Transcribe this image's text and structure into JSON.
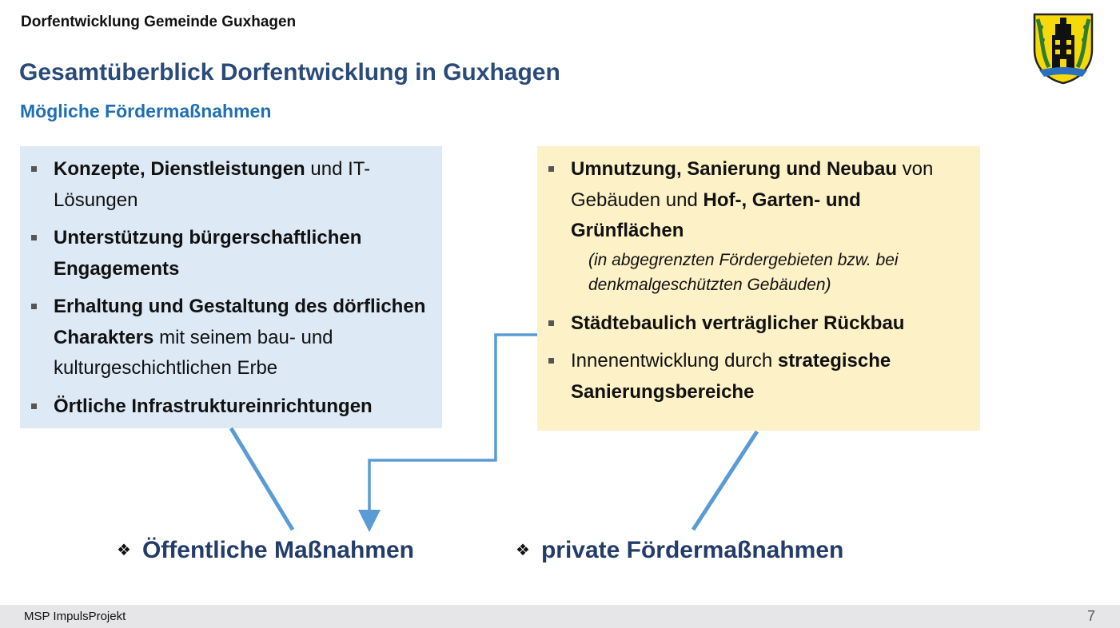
{
  "header": {
    "organization": "Dorfentwicklung Gemeinde Guxhagen",
    "title": "Gesamtüberblick Dorfentwicklung in Guxhagen",
    "subtitle": "Mögliche Fördermaßnahmen"
  },
  "left_box": {
    "items": [
      {
        "bold": "Konzepte, Dienstleistungen",
        "rest": " und IT-Lösungen"
      },
      {
        "bold": "Unterstützung bürgerschaftlichen Engagements",
        "rest": ""
      },
      {
        "bold": "Erhaltung und Gestaltung des dörflichen Charakters",
        "rest": " mit seinem bau- und kulturgeschichtlichen Erbe"
      },
      {
        "bold": "Örtliche Infrastruktureinrichtungen",
        "rest": ""
      }
    ]
  },
  "right_box": {
    "item1": {
      "bold_a": "Umnutzung, Sanierung und Neubau",
      "text_a": " von Gebäuden und ",
      "bold_b": "Hof-, Garten- und Grünflächen"
    },
    "note": "(in abgegrenzten Fördergebieten bzw. bei denkmalgeschützten Gebäuden)",
    "item2": {
      "bold": "Städtebaulich verträglicher Rückbau"
    },
    "item3": {
      "text": "Innenentwicklung durch ",
      "bold": "strategische Sanierungsbereiche"
    }
  },
  "results": {
    "public": "Öffentliche Maßnahmen",
    "private": "private Fördermaßnahmen",
    "bullet_glyph": "❖"
  },
  "footer": {
    "project": "MSP ImpulsProjekt",
    "page_number": "7"
  },
  "colors": {
    "title": "#2a4a7a",
    "subtitle": "#1f6fb5",
    "left_box_bg": "#dde9f5",
    "right_box_bg": "#fdf1c7",
    "connector": "#5b9bd5",
    "result_text": "#243c6a"
  },
  "icons": {
    "crest": "coat-of-arms-icon"
  }
}
